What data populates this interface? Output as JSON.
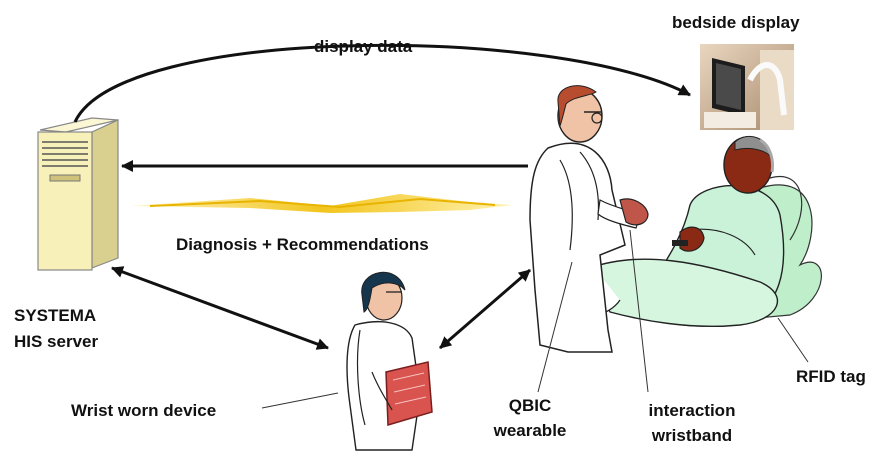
{
  "labels": {
    "display_data": "display data",
    "bedside_display": "bedside display",
    "diagnosis": "Diagnosis + Recommendations",
    "server_line1": "SYSTEMA",
    "server_line2": "HIS server",
    "wrist_device": "Wrist worn device",
    "qbic_line1": "QBIC",
    "qbic_line2": "wearable",
    "wristband_line1": "interaction",
    "wristband_line2": "wristband",
    "rfid": "RFID tag"
  },
  "colors": {
    "server_body": "#f7f0b8",
    "lightning": "#f2c51d",
    "coat": "#ffffff",
    "patient_gown": "#c9f2d8",
    "patient_skin": "#8a2a14",
    "hair_doctor": "#b84c2e",
    "hair_nurse": "#16364d",
    "clipboard": "#d9534f"
  }
}
